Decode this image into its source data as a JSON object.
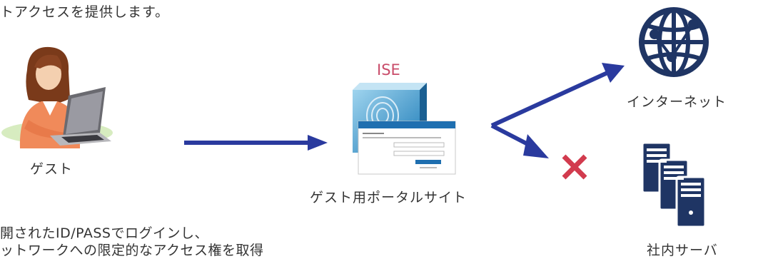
{
  "header_text": "トアクセスを提供します。",
  "nodes": {
    "guest": {
      "label": "ゲスト"
    },
    "portal": {
      "label": "ゲスト用ポータルサイト",
      "tag": "ISE"
    },
    "internet": {
      "label": "インターネット"
    },
    "server": {
      "label": "社内サーバ"
    }
  },
  "note": {
    "line1": "開されたID/PASSでログインし、",
    "line2": "ットワークへの限定的なアクセス権を取得"
  },
  "colors": {
    "arrow": "#2a3a9e",
    "icon": "#1f3564",
    "ise_tag": "#c94c6a",
    "cross": "#d23b4e"
  },
  "icons": {
    "guest": "person-with-laptop",
    "portal": "ise-appliance-with-login-page",
    "internet": "globe-icon",
    "server": "server-stack-icon",
    "blocked": "cross-icon"
  }
}
